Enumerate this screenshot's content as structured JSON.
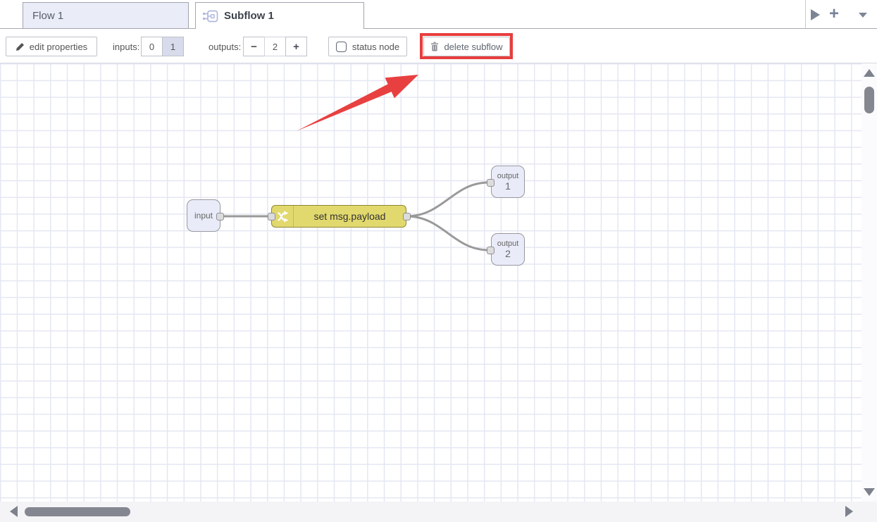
{
  "tabbar": {
    "tabs": [
      {
        "label": "Flow 1",
        "active": false
      },
      {
        "label": "Subflow 1",
        "active": true
      }
    ]
  },
  "toolbar": {
    "edit_properties_label": "edit properties",
    "inputs_label": "inputs:",
    "inputs_options": [
      "0",
      "1"
    ],
    "inputs_selected": "1",
    "outputs_label": "outputs:",
    "decrease_label": "−",
    "outputs_value": "2",
    "increase_label": "+",
    "status_node_label": "status node",
    "status_node_checked": false,
    "delete_subflow_label": "delete subflow"
  },
  "canvas": {
    "input_node": {
      "label": "input"
    },
    "change_node": {
      "label": "set msg.payload"
    },
    "output_nodes": [
      {
        "label": "output",
        "number": "1"
      },
      {
        "label": "output",
        "number": "2"
      }
    ]
  },
  "icons": {
    "subflow_icon": "subflow-outline",
    "pencil_icon": "pencil",
    "trash_icon": "trash",
    "change_node_icon": "shuffle-arrows",
    "scroll_right_tabs_icon": "play-triangle",
    "add_tab_icon": "+",
    "tab_menu_icon": "caret-down",
    "scrollbar_icons": [
      "up-triangle",
      "down-triangle",
      "left-triangle",
      "right-triangle"
    ]
  },
  "annotations": {
    "highlight_target": "delete subflow button",
    "shapes": [
      "red-rectangle",
      "red-arrow"
    ]
  },
  "colors": {
    "annotation_red": "#e83d3d",
    "change_node_fill": "#e2d96e",
    "change_node_border": "#8f8733",
    "io_node_fill": "#e9ecf8",
    "inactive_tab_fill": "#eaecf8",
    "selected_segment_fill": "#d8dbeb",
    "wire": "#999999",
    "grid_line": "#e4e7f3",
    "scroll_thumb": "#84878f"
  }
}
